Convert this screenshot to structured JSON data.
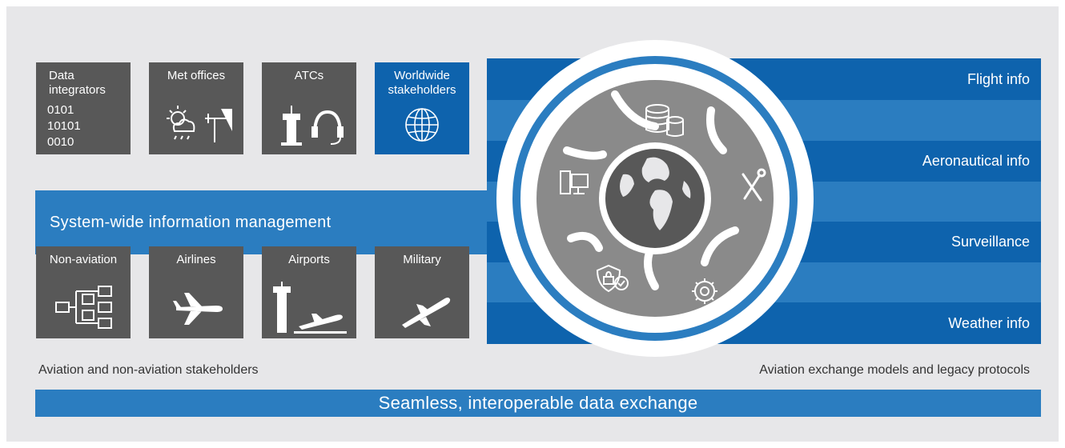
{
  "tiles_top": [
    {
      "label": "Data\nintegrators",
      "bits": "0101\n10101\n0010",
      "icon": "binary-data-icon"
    },
    {
      "label": "Met offices",
      "icon": "weather-icon"
    },
    {
      "label": "ATCs",
      "icon": "control-tower-headset-icon"
    },
    {
      "label": "Worldwide\nstakeholders",
      "icon": "globe-grid-icon"
    }
  ],
  "tiles_bottom": [
    {
      "label": "Non-aviation",
      "icon": "hierarchy-icon"
    },
    {
      "label": "Airlines",
      "icon": "airplane-icon"
    },
    {
      "label": "Airports",
      "icon": "airport-tower-icon"
    },
    {
      "label": "Military",
      "icon": "military-jet-icon"
    }
  ],
  "swim_label": "System-wide information management",
  "info_bands": [
    "Flight info",
    "Aeronautical info",
    "Surveillance",
    "Weather info"
  ],
  "left_caption": "Aviation and non-aviation stakeholders",
  "right_caption": "Aviation exchange models and legacy protocols",
  "bottom_banner": "Seamless, interoperable data exchange",
  "ring_icons": [
    "database-icon",
    "tools-icon",
    "gear-icon",
    "security-shield-icon",
    "computer-icon",
    "earth-icon"
  ],
  "colors": {
    "dark_blue": "#0e63ad",
    "mid_blue": "#2b7dc0",
    "tile_gray": "#585858",
    "background": "#e7e7e9",
    "ring_gray": "#8a8a8a"
  }
}
